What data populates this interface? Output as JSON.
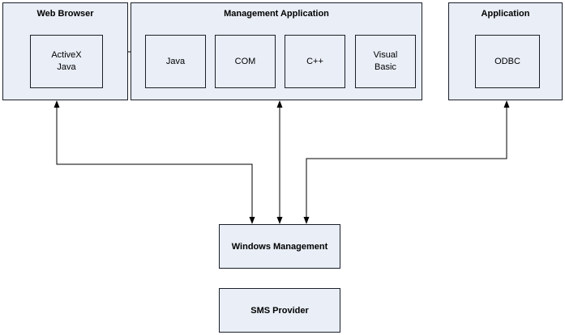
{
  "nodes": {
    "web_browser": {
      "title": "Web Browser",
      "child": "ActiveX\nJava"
    },
    "management_application": {
      "title": "Management Application",
      "children": [
        "Java",
        "COM",
        "C++",
        "Visual\nBasic"
      ]
    },
    "application": {
      "title": "Application",
      "child": "ODBC"
    },
    "windows_management": {
      "title": "Windows Management"
    },
    "sms_provider": {
      "title": "SMS Provider"
    }
  },
  "colors": {
    "canvas_bg": "#ffffff",
    "box_fill": "#e9eef7",
    "box_border": "#1a1f29",
    "arrow_color": "#000000"
  }
}
